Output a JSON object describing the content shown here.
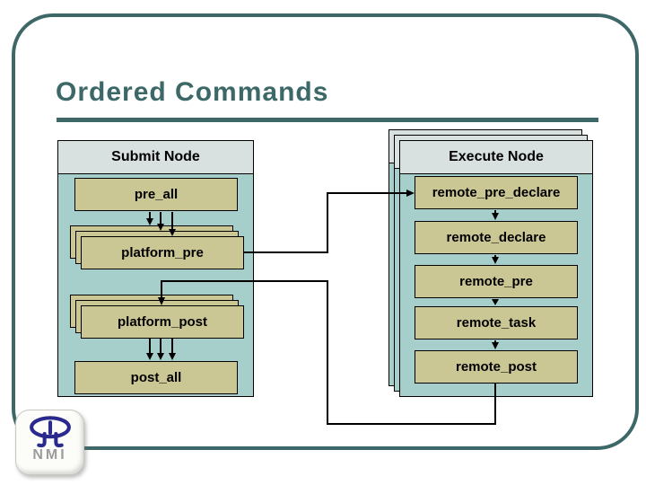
{
  "title": "Ordered Commands",
  "submit_node": {
    "header": "Submit Node",
    "boxes": [
      {
        "label": "pre_all",
        "stacked": false
      },
      {
        "label": "platform_pre",
        "stacked": true
      },
      {
        "label": "platform_post",
        "stacked": true
      },
      {
        "label": "post_all",
        "stacked": false
      }
    ]
  },
  "execute_node": {
    "header": "Execute Node",
    "boxes": [
      {
        "label": "remote_pre_declare"
      },
      {
        "label": "remote_declare"
      },
      {
        "label": "remote_pre"
      },
      {
        "label": "remote_task"
      },
      {
        "label": "remote_post"
      }
    ]
  },
  "flow_order": [
    "pre_all",
    "platform_pre",
    "remote_pre_declare",
    "remote_declare",
    "remote_pre",
    "remote_task",
    "remote_post",
    "platform_post",
    "post_all"
  ],
  "logo": {
    "text": "NMI"
  },
  "colors": {
    "accent_teal": "#3e6868",
    "panel_body": "#a6cecb",
    "panel_header": "#d9e0e0",
    "command_box": "#cbc795",
    "logo_navy": "#2a2a8e",
    "logo_text_gray": "#9c9c9c"
  }
}
